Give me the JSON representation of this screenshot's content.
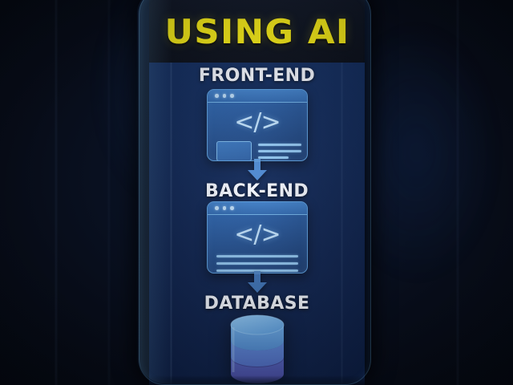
{
  "header": {
    "title": "USING AI",
    "title_color": "#f7ec15",
    "band_color": "#0b1220"
  },
  "theme": {
    "page_background": "#060a14",
    "device_frame": "#0a1426",
    "screen_background": "#102a5c",
    "card_fill": "#27599e",
    "card_border": "#5a9ddd",
    "accent_line": "#8fc4ef",
    "arrow_color": "#4a86cf",
    "label_color": "#f3f7ff",
    "database_top": "#5b9ee0",
    "database_bottom": "#4a4f9e"
  },
  "flow": {
    "steps": [
      {
        "id": "front-end",
        "label": "FRONT-END",
        "icon": "browser-window-icon",
        "code_glyph": "</>",
        "window_dots": 3,
        "has_thumbnail": true,
        "text_lines": 3
      },
      {
        "id": "back-end",
        "label": "BACK-END",
        "icon": "browser-window-icon",
        "code_glyph": "</>",
        "window_dots": 3,
        "has_thumbnail": false,
        "text_lines": 3
      },
      {
        "id": "database",
        "label": "DATABASE",
        "icon": "database-cylinder-icon",
        "layers": 3
      }
    ],
    "connectors": [
      {
        "id": "front-to-back",
        "icon": "arrow-down-icon"
      },
      {
        "id": "back-to-db",
        "icon": "arrow-down-icon"
      }
    ]
  }
}
